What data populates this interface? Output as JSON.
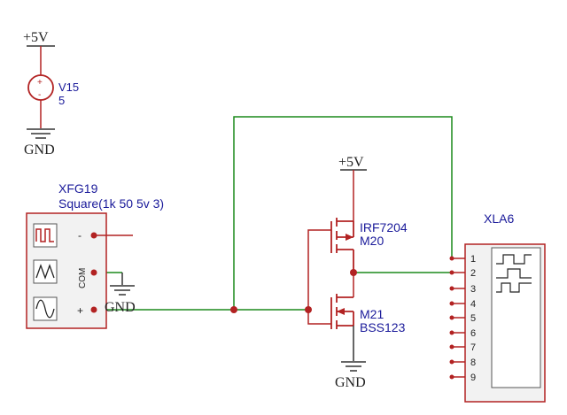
{
  "supply_top": {
    "rail_label": "+5V",
    "name": "V15",
    "value": "5",
    "plus_sign": "+",
    "minus_sign": "-",
    "ground_label": "GND"
  },
  "function_generator": {
    "name": "XFG19",
    "settings": "Square(1k 50 5v 3)",
    "pin_minus": "-",
    "pin_com": "COM",
    "pin_plus": "+",
    "ground_label": "GND"
  },
  "transistor_top": {
    "rail_label": "+5V",
    "part": "IRF7204",
    "ref": "M20"
  },
  "transistor_bottom": {
    "ref": "M21",
    "part": "BSS123",
    "ground_label": "GND"
  },
  "logic_analyzer": {
    "name": "XLA6",
    "pins": [
      "1",
      "2",
      "3",
      "4",
      "5",
      "6",
      "7",
      "8",
      "9"
    ]
  },
  "colors": {
    "wire": "#1c8a1c",
    "component": "#b22222",
    "ground": "#333333",
    "text_blue": "#1a1a9a"
  }
}
